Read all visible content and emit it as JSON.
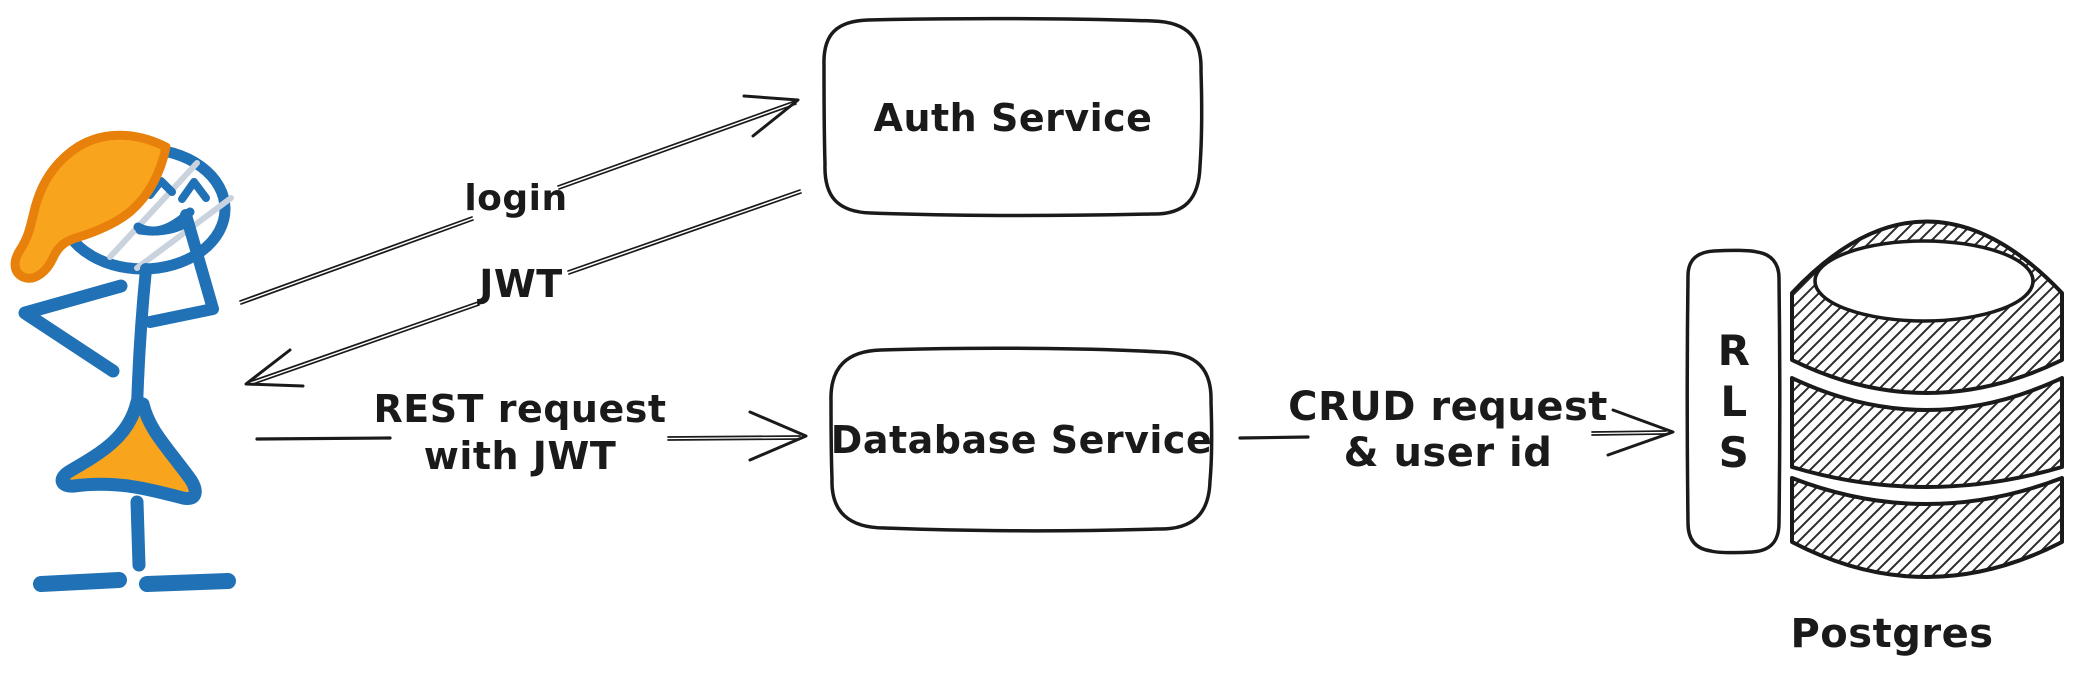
{
  "diagram": {
    "colors": {
      "ink": "#1a1a1a",
      "blue": "#2071b5",
      "orange_fill": "#f8a51d",
      "orange_stroke": "#e8810c",
      "gray_shine": "#c9d2dd",
      "background": "#ffffff"
    },
    "icons": {
      "actor": "stick-figure-user",
      "database": "postgres-cylinder-icon"
    },
    "nodes": {
      "auth_service": {
        "label": "Auth Service"
      },
      "database_service": {
        "label": "Database Service"
      },
      "rls": {
        "letters": [
          "R",
          "L",
          "S"
        ]
      },
      "postgres": {
        "label": "Postgres"
      }
    },
    "edges": {
      "login": {
        "label": "login"
      },
      "jwt_response": {
        "label": "JWT"
      },
      "rest_request": {
        "line1": "REST request",
        "line2": "with JWT"
      },
      "crud_request": {
        "line1": "CRUD request",
        "line2": "& user id"
      }
    }
  }
}
